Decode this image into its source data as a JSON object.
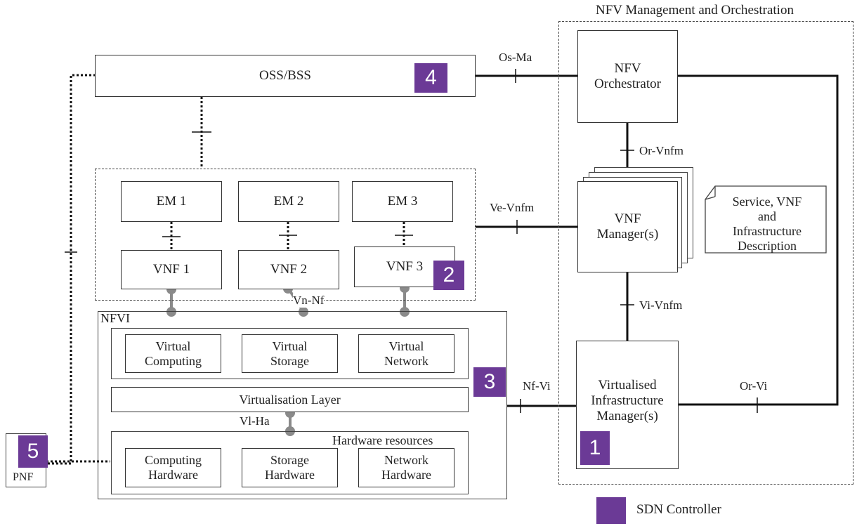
{
  "mano_title": "NFV Management and Orchestration",
  "oss_bss": "OSS/BSS",
  "nfv_orchestrator": "NFV\nOrchestrator",
  "vnf_manager": "VNF\nManager(s)",
  "vim": "Virtualised\nInfrastructure\nManager(s)",
  "service_desc": "Service, VNF\nand\nInfrastructure\nDescription",
  "em": [
    "EM 1",
    "EM 2",
    "EM 3"
  ],
  "vnf": [
    "VNF 1",
    "VNF 2",
    "VNF 3"
  ],
  "nfvi_label": "NFVI",
  "virtual_resources": [
    "Virtual\nComputing",
    "Virtual\nStorage",
    "Virtual\nNetwork"
  ],
  "virtualisation_layer": "Virtualisation Layer",
  "hardware_resources": "Hardware resources",
  "hardware": [
    "Computing\nHardware",
    "Storage\nHardware",
    "Network\nHardware"
  ],
  "pnf": "PNF",
  "reference_points": {
    "os_ma": "Os-Ma",
    "or_vnfm": "Or-Vnfm",
    "ve_vnfm": "Ve-Vnfm",
    "vi_vnfm": "Vi-Vnfm",
    "vn_nf": "Vn-Nf",
    "nf_vi": "Nf-Vi",
    "or_vi": "Or-Vi",
    "vl_ha": "Vl-Ha"
  },
  "badges": [
    "4",
    "2",
    "3",
    "1",
    "5"
  ],
  "legend": {
    "label": "SDN Controller",
    "color": "#6b3a96"
  }
}
